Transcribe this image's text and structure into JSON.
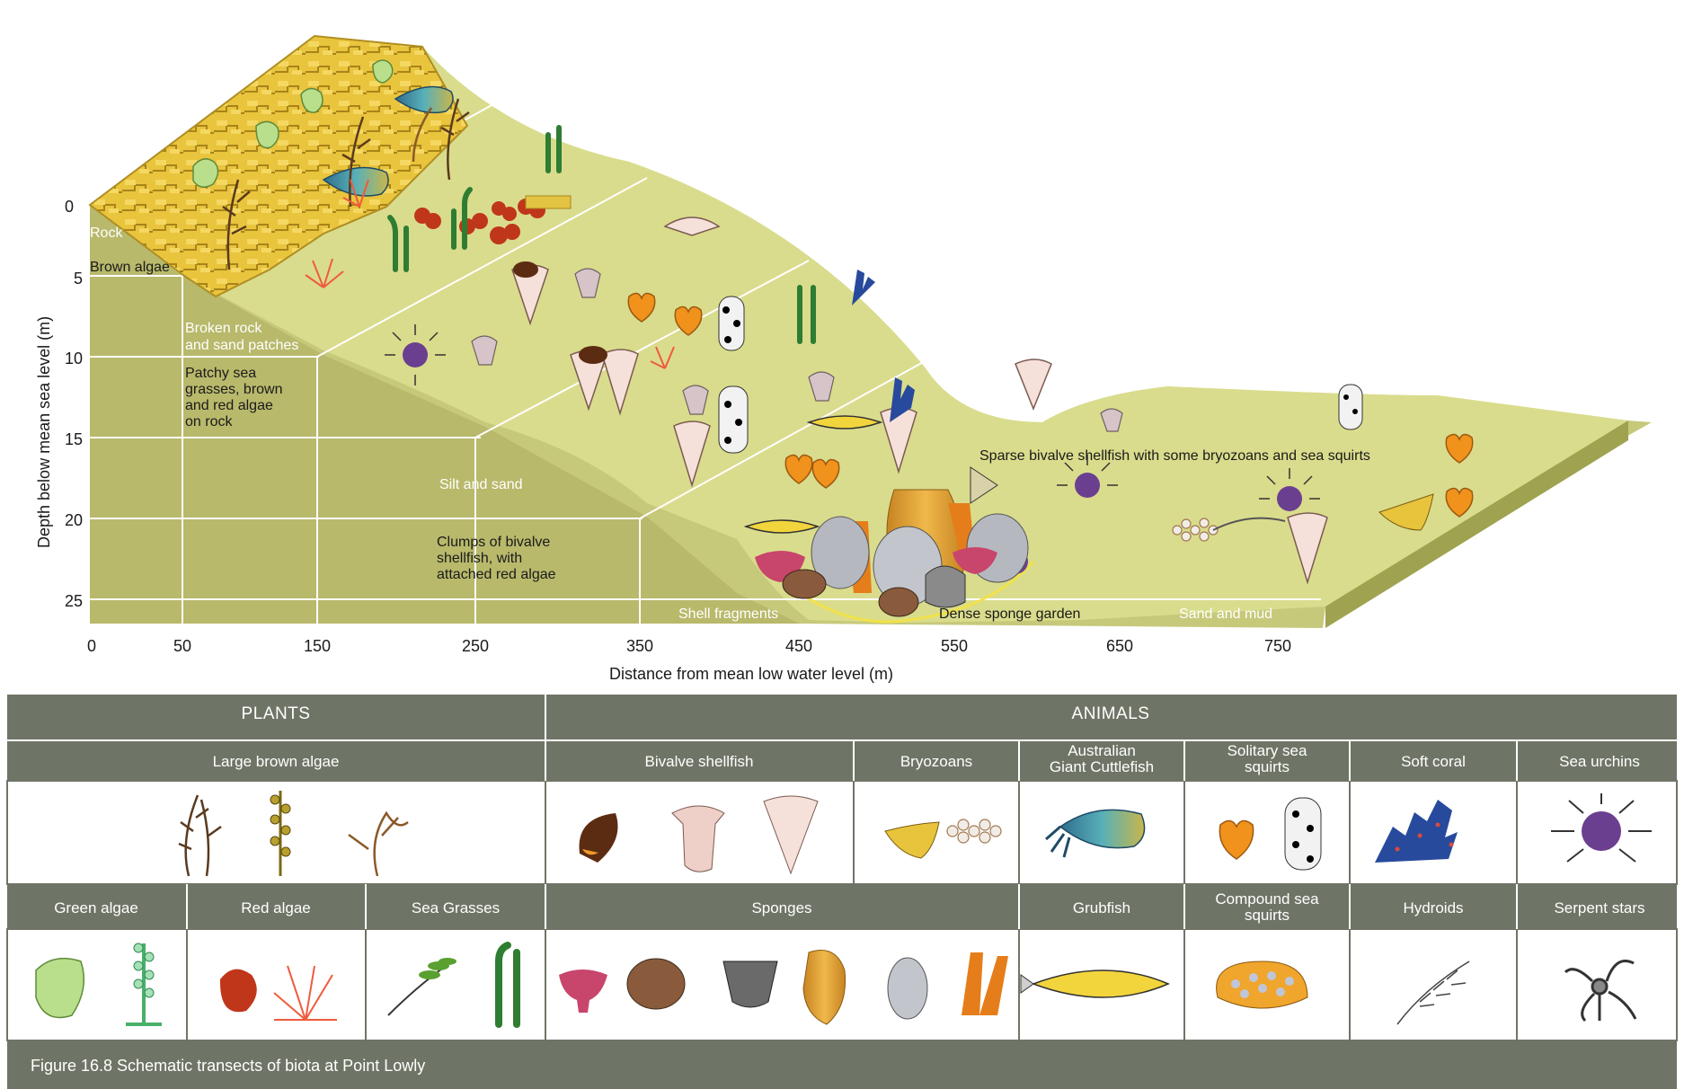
{
  "diagram": {
    "y_axis": {
      "title": "Depth below mean sea level (m)",
      "ticks": [
        "0",
        "5",
        "10",
        "15",
        "20",
        "25"
      ]
    },
    "x_axis": {
      "title": "Distance from mean low water level (m)",
      "ticks": [
        "0",
        "50",
        "150",
        "250",
        "350",
        "450",
        "550",
        "650",
        "750"
      ]
    },
    "zones": {
      "rock": "Rock",
      "brown_algae": "Brown algae",
      "broken_rock_1": "Broken rock",
      "broken_rock_2": "and sand patches",
      "patchy_1": "Patchy sea",
      "patchy_2": "grasses, brown",
      "patchy_3": "and red algae",
      "patchy_4": "on rock",
      "silt": "Silt and sand",
      "clumps_1": "Clumps of bivalve",
      "clumps_2": "shellfish, with",
      "clumps_3": "attached red algae",
      "shell_fragments": "Shell fragments",
      "dense_sponge": "Dense sponge garden",
      "sand_mud": "Sand and mud",
      "sparse": "Sparse bivalve shellfish with some bryozoans and sea squirts"
    }
  },
  "legend": {
    "plants_header": "PLANTS",
    "animals_header": "ANIMALS",
    "row1": {
      "large_brown_algae": "Large brown algae",
      "bivalve_shellfish": "Bivalve shellfish",
      "bryozoans": "Bryozoans",
      "cuttlefish_1": "Australian",
      "cuttlefish_2": "Giant Cuttlefish",
      "solitary_1": "Solitary sea",
      "solitary_2": "squirts",
      "soft_coral": "Soft coral",
      "sea_urchins": "Sea urchins"
    },
    "row2": {
      "green_algae": "Green algae",
      "red_algae": "Red algae",
      "sea_grasses": "Sea Grasses",
      "sponges": "Sponges",
      "grubfish": "Grubfish",
      "compound_1": "Compound sea",
      "compound_2": "squirts",
      "hydroids": "Hydroids",
      "serpent_stars": "Serpent stars"
    }
  },
  "caption": "Figure 16.8  Schematic transects of biota at Point Lowly",
  "colors": {
    "seabed_top": "#d8dc8a",
    "seabed_side": "#b7b96a",
    "header_bar": "#6f7566",
    "rock_gold": "#e8c43c",
    "urchin_purple": "#6b3f8f",
    "sponge_orange": "#e8921e",
    "soft_coral_blue": "#274a9c"
  }
}
